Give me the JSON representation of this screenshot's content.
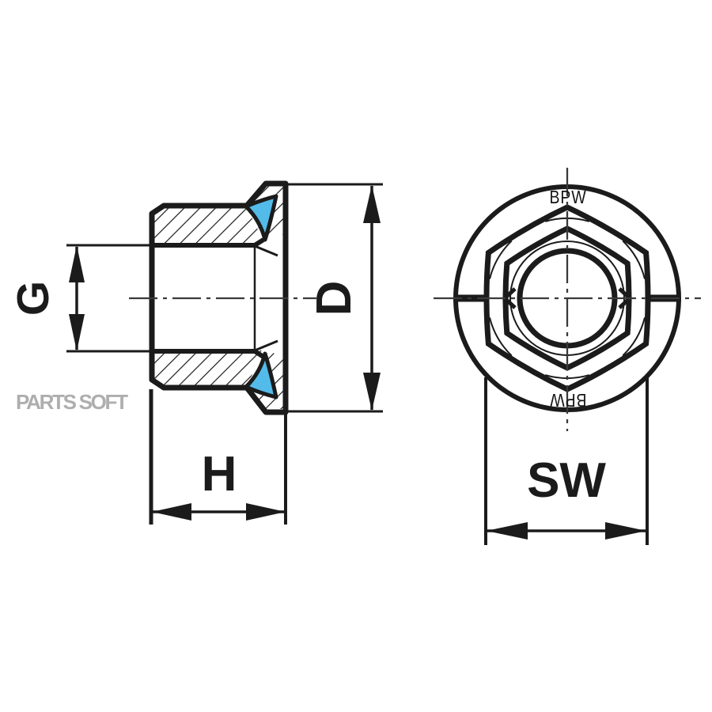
{
  "drawing_title": "flanged-wheel-nut-technical-drawing",
  "side_view": {
    "dim_thread_label": "G",
    "dim_outer_diameter_label": "D",
    "dim_height_label": "H"
  },
  "front_view": {
    "dim_wrench_size_label": "SW",
    "brand_mark_top": "BPW",
    "brand_mark_bottom": "BPW"
  },
  "watermark": "PARTS SOFT",
  "colors": {
    "part_fill": "#53BBE9",
    "outline": "#1b1b1b",
    "centerline": "#3a3a3a",
    "hole_fill": "#ffffff",
    "watermark_text": "#aeaeae",
    "background": "#ffffff"
  }
}
